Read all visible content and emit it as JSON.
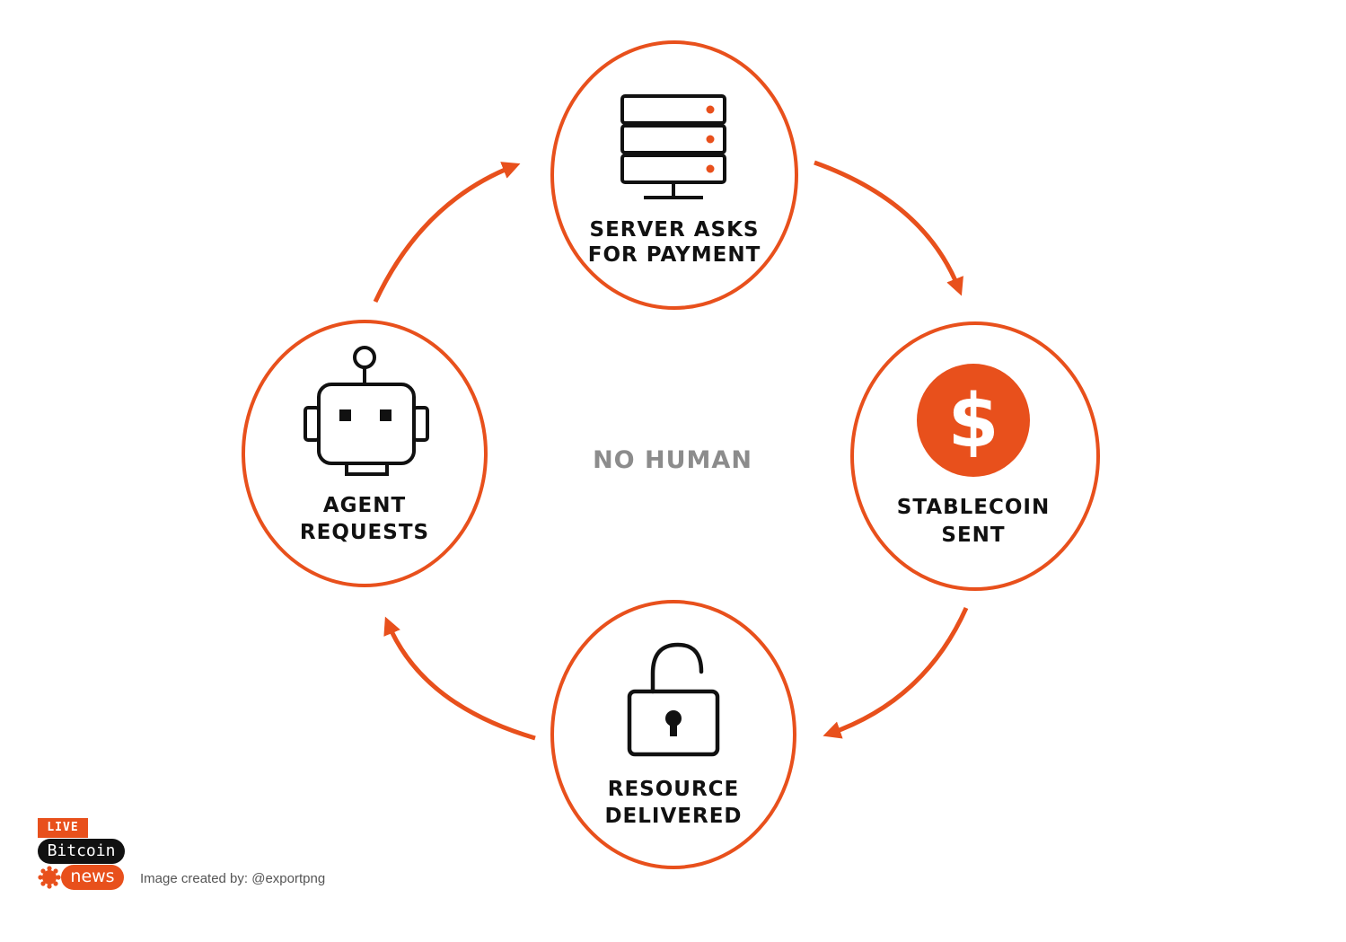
{
  "colors": {
    "accent": "#e8501c",
    "ink": "#111111",
    "muted": "#8c8c8c"
  },
  "center_label": "NO HUMAN",
  "nodes": {
    "server": {
      "line1": "SERVER ASKS",
      "line2": "FOR PAYMENT",
      "icon": "server-icon"
    },
    "stablecoin": {
      "line1": "STABLECOIN",
      "line2": "SENT",
      "icon": "dollar-coin-icon",
      "glyph": "$"
    },
    "resource": {
      "line1": "RESOURCE",
      "line2": "DELIVERED",
      "icon": "unlocked-padlock-icon"
    },
    "agent": {
      "line1": "AGENT",
      "line2": "REQUESTS",
      "icon": "robot-icon"
    }
  },
  "logo": {
    "live": "LIVE",
    "bitcoin": "Bitcoin",
    "news": "news"
  },
  "credit": "Image created by: @exportpng"
}
